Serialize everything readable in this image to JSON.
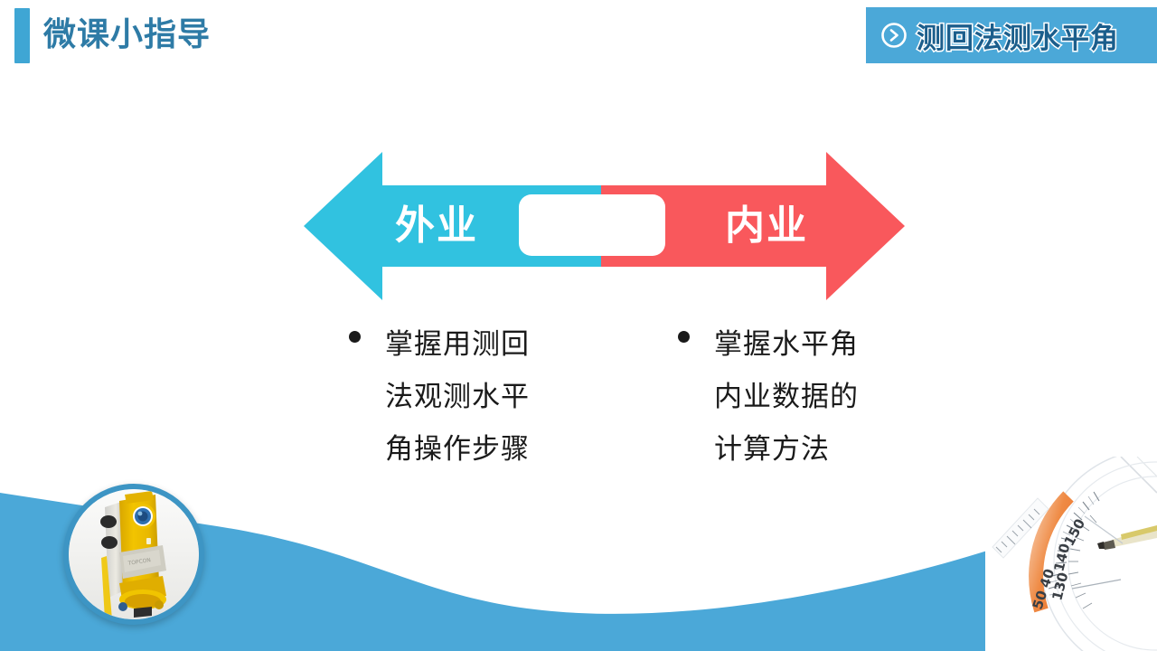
{
  "slide": {
    "background_color": "#ffffff",
    "accent_blue": "#3FA6D4",
    "title_color": "#2E7BA6",
    "cyan": "#31C2E0",
    "red": "#F9585C",
    "wave_blue": "#4BA8D8"
  },
  "header": {
    "title": "微课小指导",
    "accent_bar": "accent-bar"
  },
  "topic_badge": {
    "icon": "circle-chevron-right-icon",
    "label": "测回法测水平角",
    "background_color": "#4BA8D8"
  },
  "diagram": {
    "left_arrow": {
      "label": "外业",
      "color": "#31C2E0",
      "direction": "left"
    },
    "right_arrow": {
      "label": "内业",
      "color": "#F9585C",
      "direction": "right"
    },
    "center_box": {
      "label": "",
      "color": "#ffffff"
    }
  },
  "bullets": {
    "left": {
      "marker": "•",
      "lines": [
        "掌握用测回",
        "法观测水平",
        "角操作步骤"
      ],
      "full_text": "掌握用测回法观测水平角操作步骤"
    },
    "right": {
      "marker": "•",
      "lines": [
        "掌握水平角",
        "内业数据的",
        "计算方法"
      ],
      "full_text": "掌握水平角内业数据的计算方法"
    }
  },
  "decorations": {
    "photo": {
      "name": "total-station-photo",
      "alt": "黄色全站仪照片",
      "border_color": "#3D95C4"
    },
    "protractor": {
      "name": "protractor-photo",
      "tick_labels": [
        "130",
        "140",
        "150",
        "40",
        "50"
      ]
    },
    "wave": {
      "name": "bottom-wave",
      "color": "#4BA8D8"
    }
  }
}
